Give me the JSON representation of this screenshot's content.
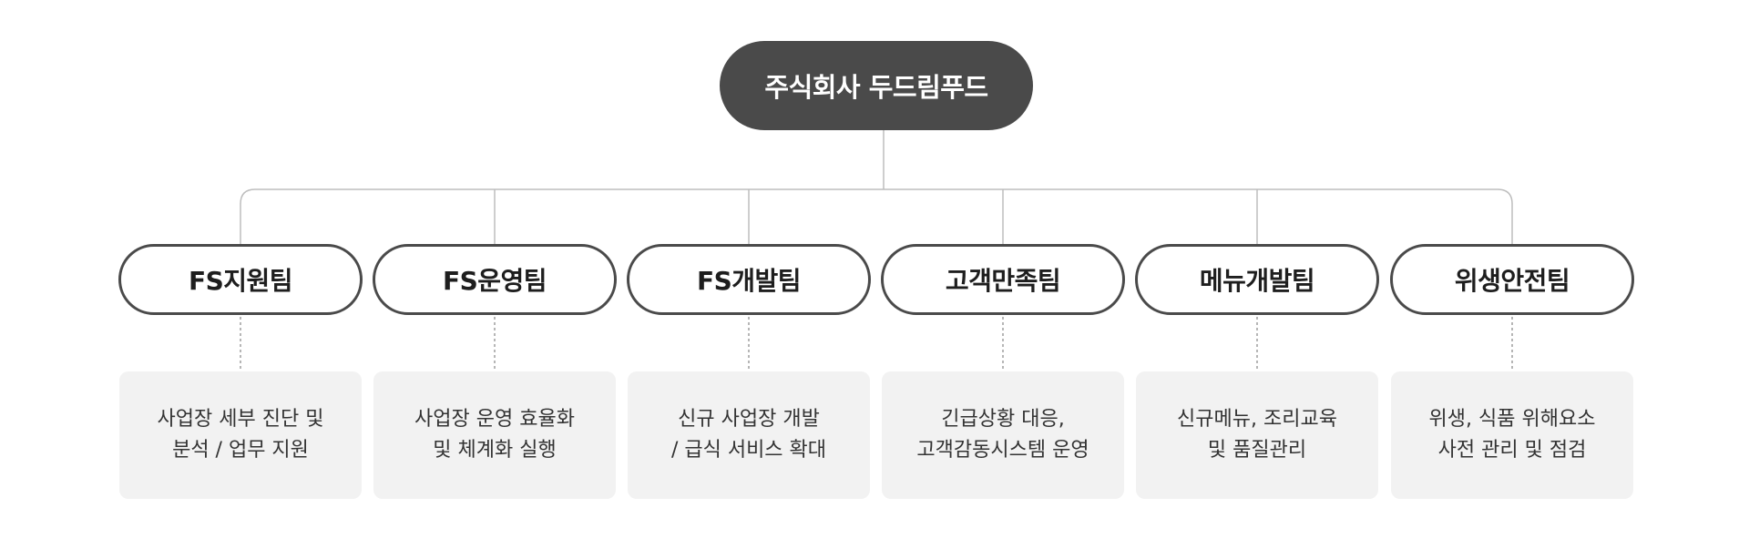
{
  "company": {
    "name": "주식회사 두드림푸드"
  },
  "teams": [
    {
      "name": "FS지원팀",
      "desc": [
        "사업장 세부 진단 및",
        "분석 / 업무 지원"
      ]
    },
    {
      "name": "FS운영팀",
      "desc": [
        "사업장 운영 효율화",
        "및 체계화 실행"
      ]
    },
    {
      "name": "FS개발팀",
      "desc": [
        "신규 사업장 개발",
        "/ 급식 서비스 확대"
      ]
    },
    {
      "name": "고객만족팀",
      "desc": [
        "긴급상황 대응,",
        "고객감동시스템 운영"
      ]
    },
    {
      "name": "메뉴개발팀",
      "desc": [
        "신규메뉴, 조리교육",
        "및 품질관리"
      ]
    },
    {
      "name": "위생안전팀",
      "desc": [
        "위생, 식품 위해요소",
        "사전 관리 및 점검"
      ]
    }
  ],
  "colors": {
    "root_fill": "#4a4a4a",
    "node_border": "#4a4a4a",
    "desc_fill": "#f2f2f2",
    "connector": "#bdbdbd"
  }
}
